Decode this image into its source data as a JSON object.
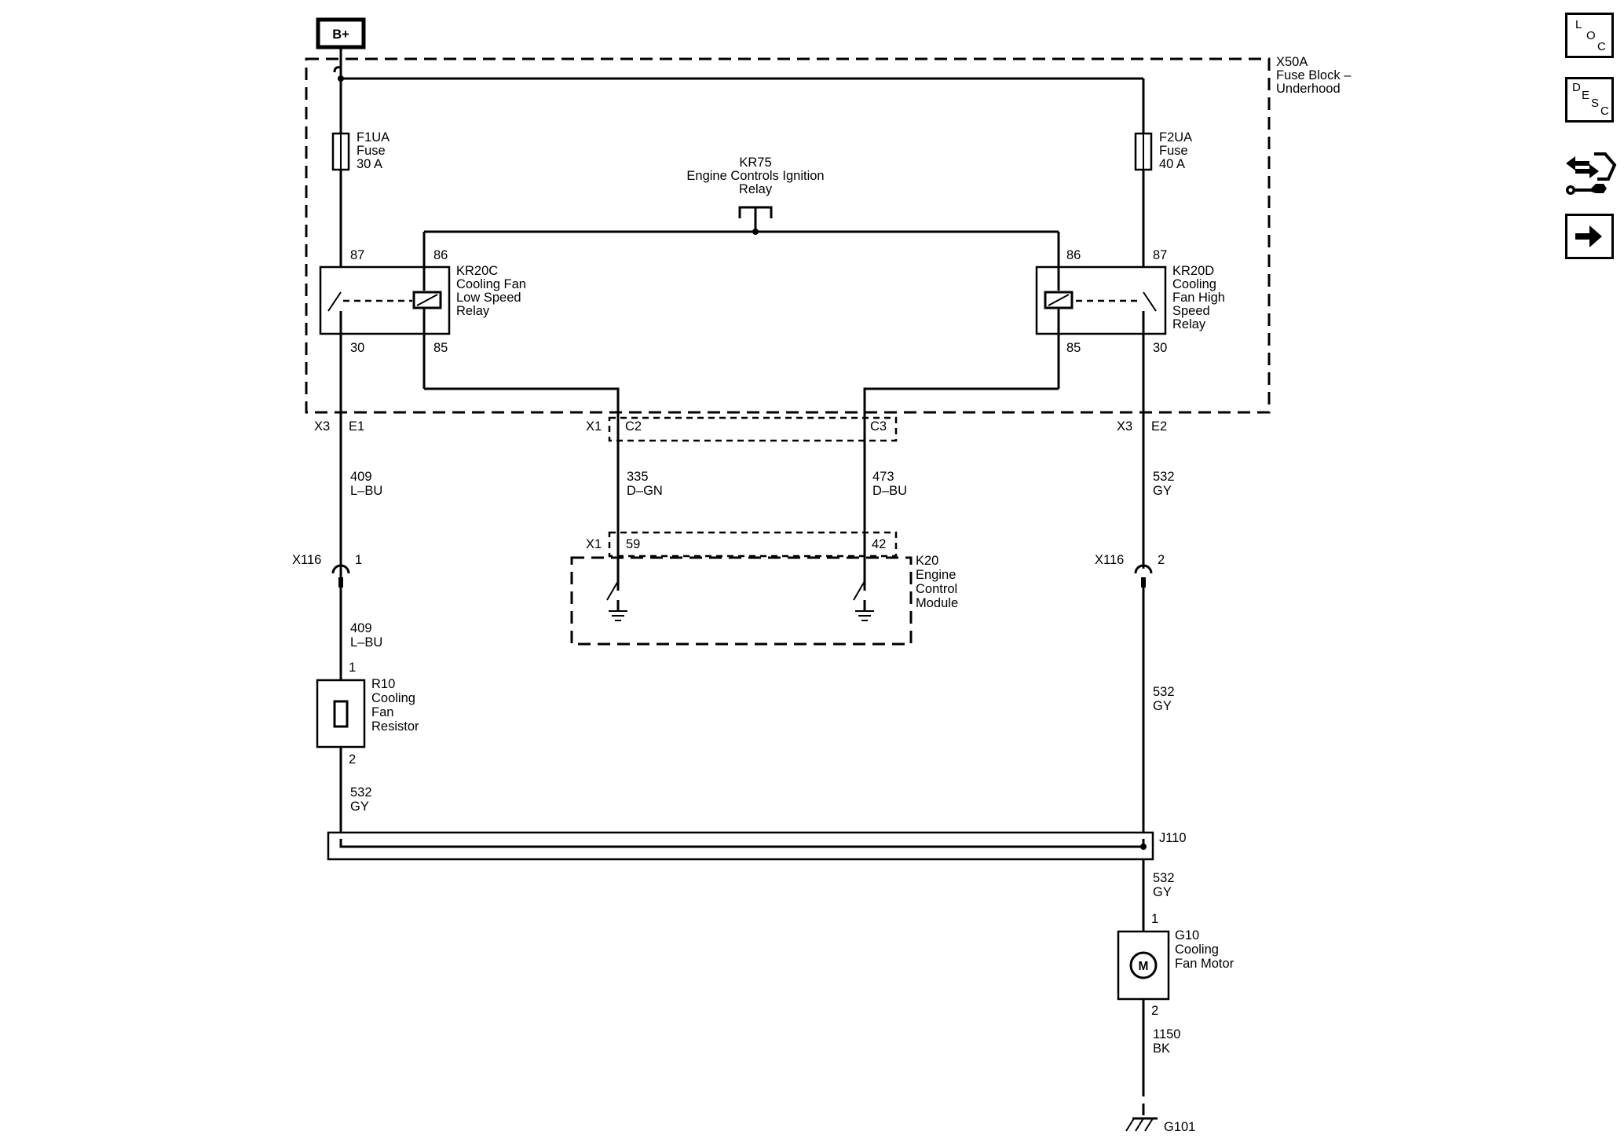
{
  "power": {
    "source": "B+"
  },
  "fuse_block": {
    "id": "X50A",
    "line1": "Fuse Block –",
    "line2": "Underhood"
  },
  "fuses": [
    {
      "id": "F1UA",
      "type": "Fuse",
      "rating": "30 A"
    },
    {
      "id": "F2UA",
      "type": "Fuse",
      "rating": "40 A"
    }
  ],
  "ignition_relay": {
    "id": "KR75",
    "line1": "Engine Controls Ignition",
    "line2": "Relay"
  },
  "relay_low": {
    "id": "KR20C",
    "line1": "Cooling Fan",
    "line2": "Low Speed",
    "line3": "Relay",
    "pin_87": "87",
    "pin_86": "86",
    "pin_30": "30",
    "pin_85": "85"
  },
  "relay_high": {
    "id": "KR20D",
    "line1": "Cooling",
    "line2": "Fan High",
    "line3": "Speed",
    "line4": "Relay",
    "pin_86": "86",
    "pin_87": "87",
    "pin_85": "85",
    "pin_30": "30"
  },
  "connectors": {
    "x3_left": "X3",
    "e1": "E1",
    "x1_top": "X1",
    "c2": "C2",
    "c3": "C3",
    "x3_right": "X3",
    "e2": "E2",
    "x1_bottom": "X1",
    "p59": "59",
    "p42": "42",
    "x116_left": "X116",
    "x116_pin1": "1",
    "x116_right": "X116",
    "x116_pin2": "2"
  },
  "wires": {
    "w409a_num": "409",
    "w409a_color": "L–BU",
    "w335_num": "335",
    "w335_color": "D–GN",
    "w473_num": "473",
    "w473_color": "D–BU",
    "w532a_num": "532",
    "w532a_color": "GY",
    "w409b_num": "409",
    "w409b_color": "L–BU",
    "w532b_num": "532",
    "w532b_color": "GY",
    "w532c_num": "532",
    "w532c_color": "GY",
    "w532d_num": "532",
    "w532d_color": "GY",
    "w1150_num": "1150",
    "w1150_color": "BK"
  },
  "ecm": {
    "id": "K20",
    "line1": "Engine",
    "line2": "Control",
    "line3": "Module"
  },
  "resistor": {
    "id": "R10",
    "line1": "Cooling",
    "line2": "Fan",
    "line3": "Resistor",
    "pin1": "1",
    "pin2": "2"
  },
  "splice": {
    "id": "J110"
  },
  "motor": {
    "id": "G10",
    "line1": "Cooling",
    "line2": "Fan Motor",
    "pin1": "1",
    "pin2": "2",
    "symbol": "M"
  },
  "ground": {
    "id": "G101"
  },
  "nav": {
    "loc": {
      "a": "L",
      "b": "O",
      "c": "C"
    },
    "desc": {
      "a": "D",
      "b": "E",
      "c": "S",
      "d": "C"
    },
    "tool_icon": "connector-wrench-icon",
    "next_icon": "arrow-right-icon"
  }
}
